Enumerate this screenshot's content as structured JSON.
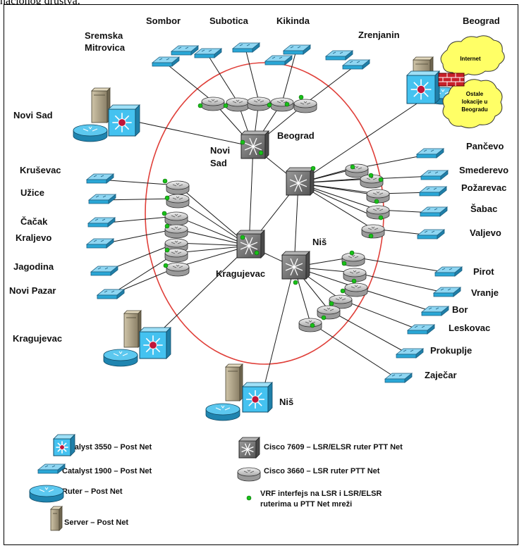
{
  "caption_fragment": "nacionog društva.",
  "cities": {
    "sombor": "Sombor",
    "subotica": "Subotica",
    "kikinda": "Kikinda",
    "zrenjanin": "Zrenjanin",
    "beograd_top": "Beograd",
    "sremska_1": "Sremska",
    "sremska_2": "Mitrovica",
    "novi_sad": "Novi Sad",
    "novi_sad_core_1": "Novi",
    "novi_sad_core_2": "Sad",
    "beograd_core": "Beograd",
    "pancevo": "Pančevo",
    "smederevo": "Smederevo",
    "pozarevac": "Požarevac",
    "sabac": "Šabac",
    "valjevo": "Valjevo",
    "krusevac": "Kruševac",
    "uzice": "Užice",
    "cacak": "Čačak",
    "kraljevo": "Kraljevo",
    "jagodina": "Jagodina",
    "novi_pazar": "Novi Pazar",
    "kragujevac_core": "Kragujevac",
    "kragujevac_site": "Kragujevac",
    "nis_core": "Niš",
    "nis_site": "Niš",
    "pirot": "Pirot",
    "vranje": "Vranje",
    "bor": "Bor",
    "leskovac": "Leskovac",
    "prokuplje": "Prokuplje",
    "zajecar": "Zaječar"
  },
  "clouds": {
    "internet": "Internet",
    "other_1": "Ostale",
    "other_2": "lokacije u",
    "other_3": "Beogradu"
  },
  "legend": {
    "catalyst3550": "Catalyst 3550 – Post Net",
    "catalyst1900": "Catalyst 1900 – Post Net",
    "ruter": "Ruter – Post Net",
    "server": "Server – Post Net",
    "cisco7609": "Cisco 7609 – LSR/ELSR ruter PTT Net",
    "cisco3660": "Cisco 3660 – LSR ruter PTT Net",
    "vrf_1": "VRF interfejs na LSR i LSR/ELSR",
    "vrf_2": "ruterima u PTT Net mreži"
  },
  "colors": {
    "ring": "#e0403a",
    "switch_blue": "#2aa7d6",
    "catalyst_blue": "#44c2f0",
    "router_grey": "#c8c8c8",
    "core_grey": "#7b7b7b",
    "vrf_green": "#18c018",
    "cloud_yellow": "#ffff66"
  }
}
